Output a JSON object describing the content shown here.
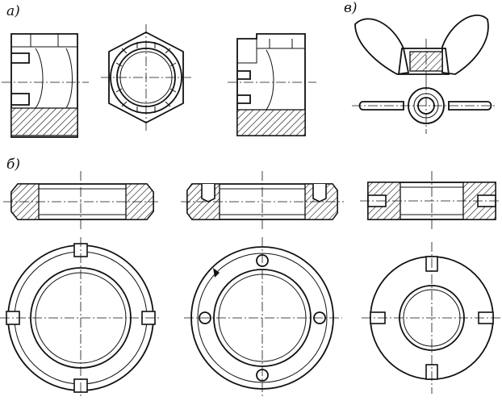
{
  "labels": {
    "a": "а)",
    "b": "б)",
    "v": "в)"
  },
  "colors": {
    "ink": "#111111",
    "paper": "#ffffff"
  }
}
